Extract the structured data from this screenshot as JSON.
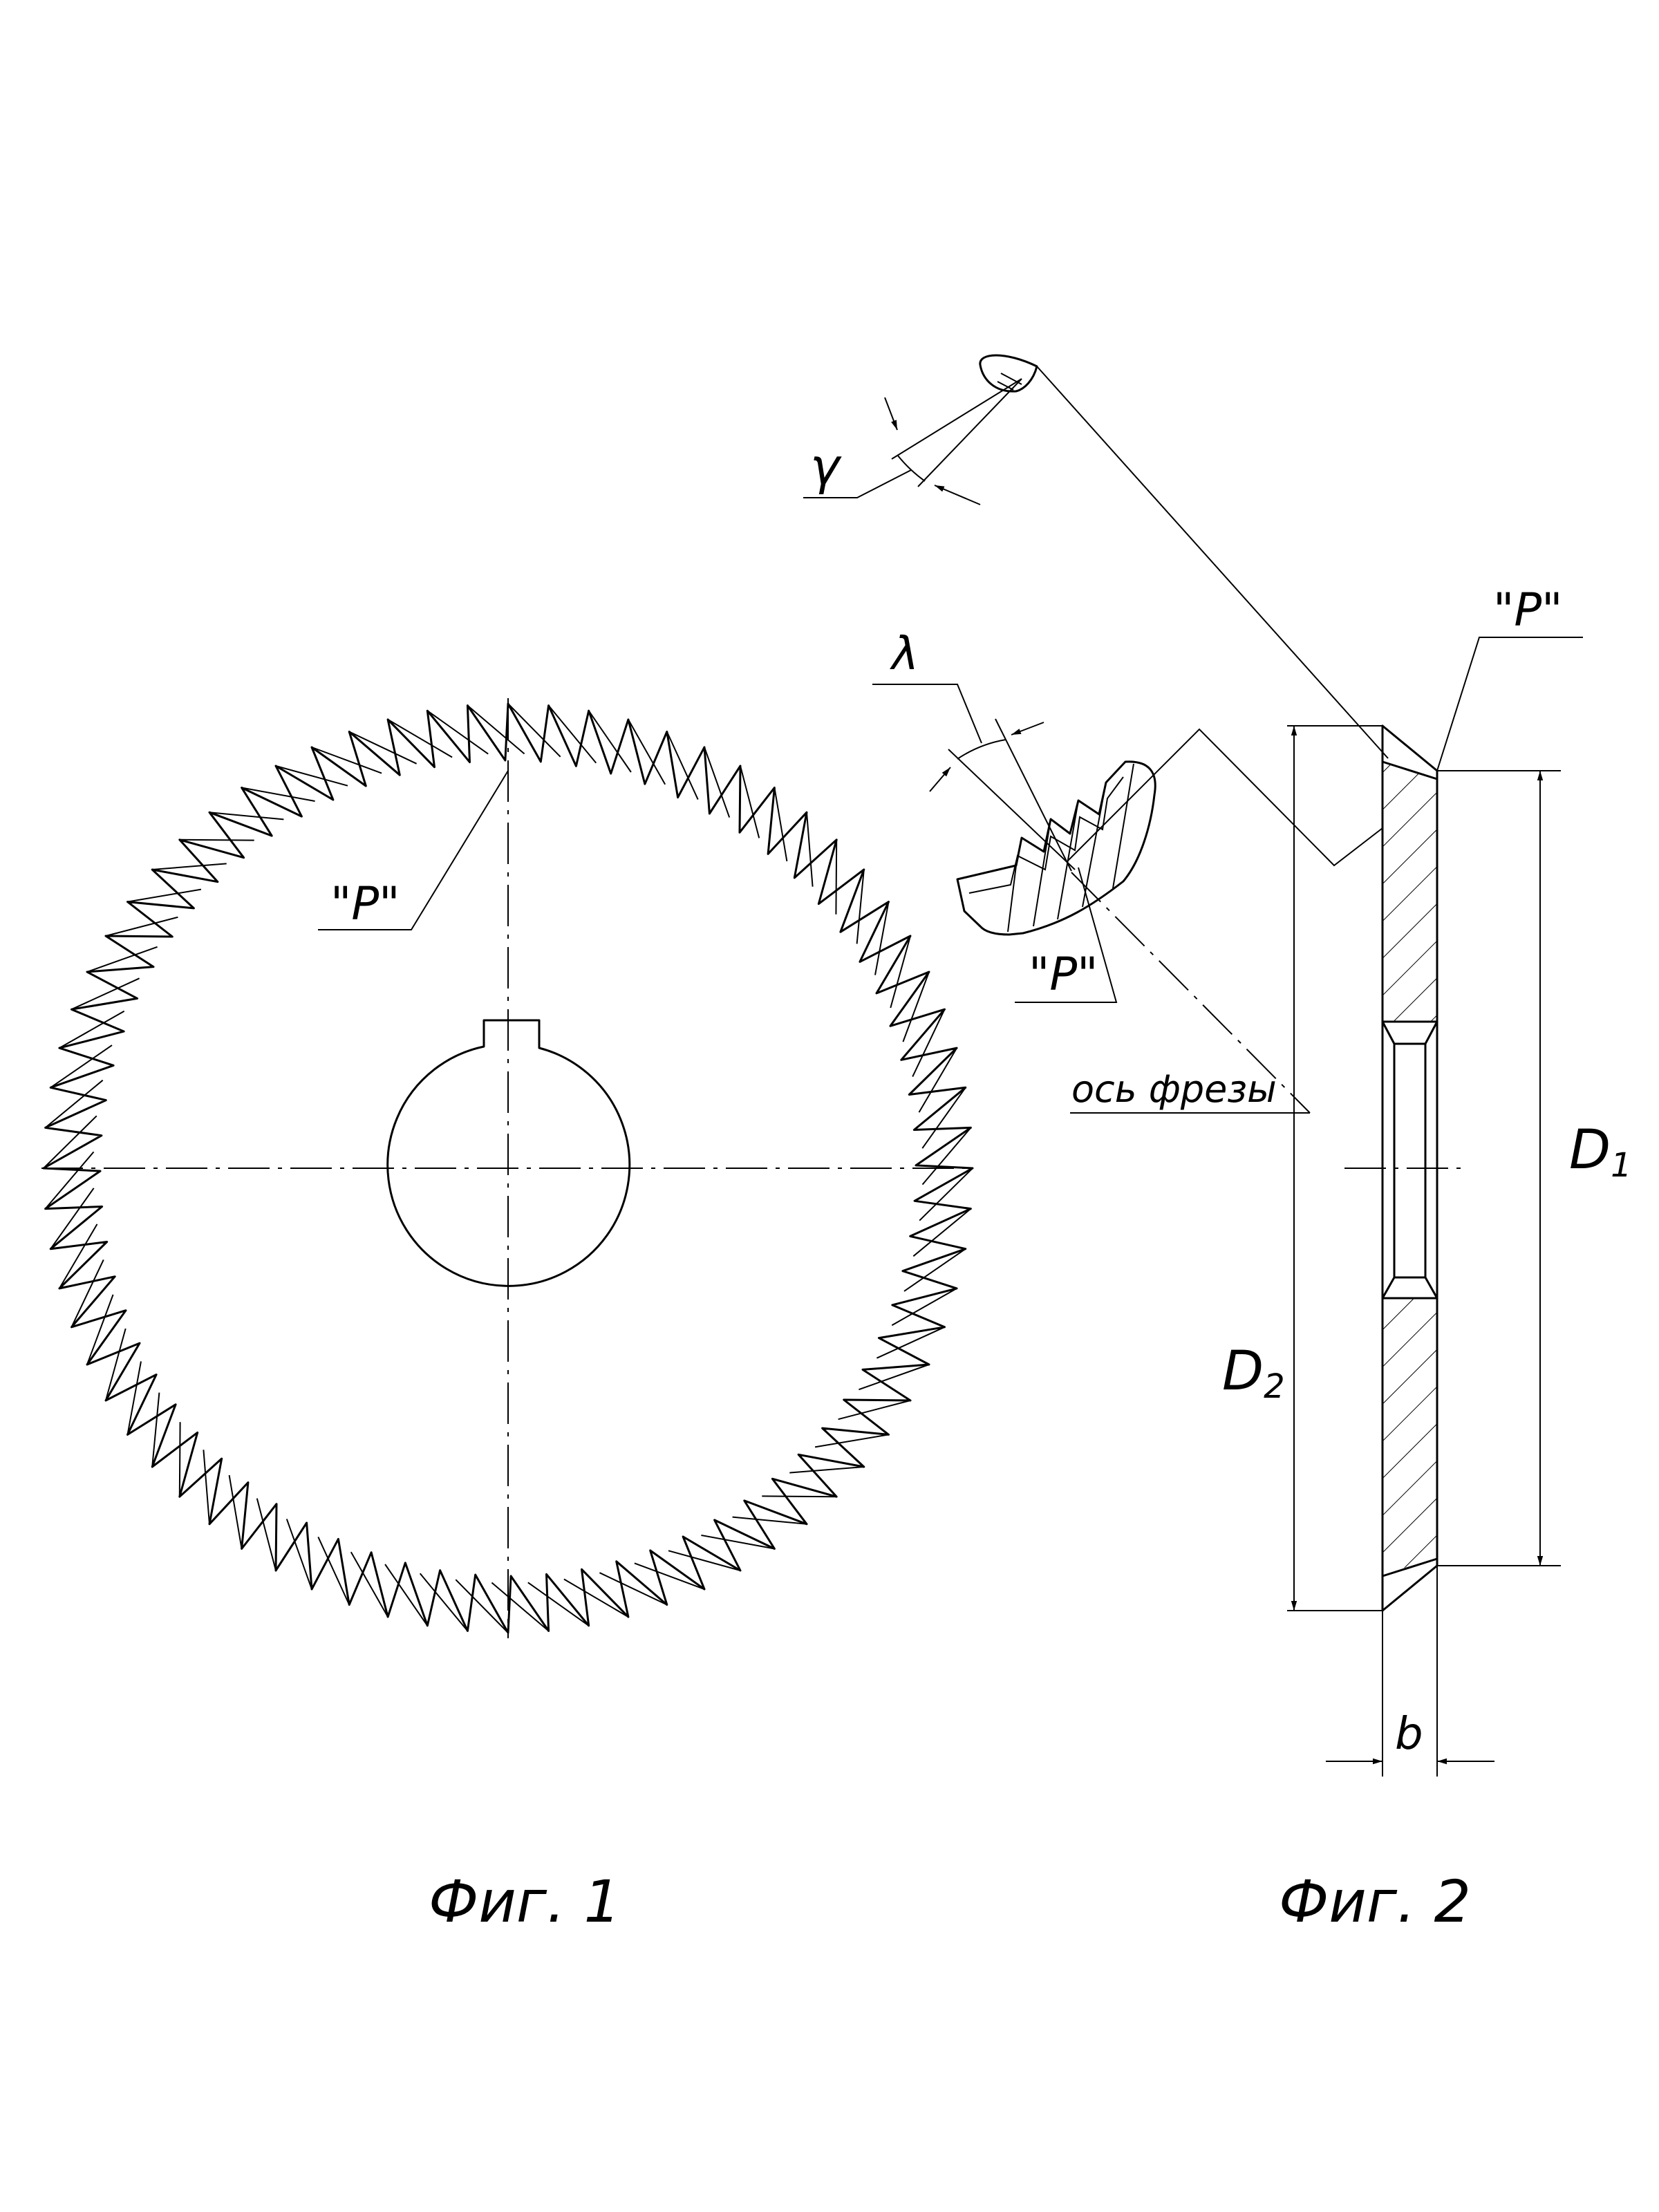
{
  "fig1": {
    "caption": "Фиг. 1",
    "label_p": "\"P\"",
    "tooth_count": 72
  },
  "fig2": {
    "caption": "Фиг. 2",
    "label_p_top": "\"P\"",
    "label_p_detail": "\"P\"",
    "gamma": "γ",
    "lambda": "λ",
    "axis_label": "ось фрезы",
    "d1_main": "D",
    "d1_sub": "1",
    "d2_main": "D",
    "d2_sub": "2",
    "b": "b"
  }
}
